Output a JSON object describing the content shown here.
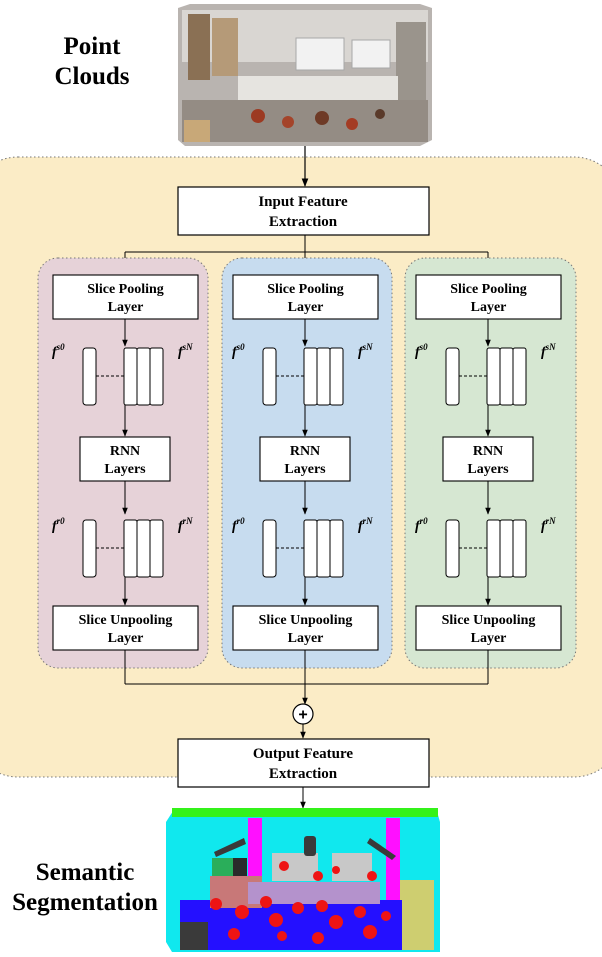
{
  "input_title_line1": "Point",
  "input_title_line2": "Clouds",
  "output_title_line1": "Semantic",
  "output_title_line2": "Segmentation",
  "input_feature_line1": "Input Feature",
  "input_feature_line2": "Extraction",
  "output_feature_line1": "Output Feature",
  "output_feature_line2": "Extraction",
  "sum_symbol": "+",
  "branches": [
    {
      "color": "#e6d2d8",
      "pooling_line1": "Slice Pooling",
      "pooling_line2": "Layer",
      "rnn_line1": "RNN",
      "rnn_line2": "Layers",
      "unpooling_line1": "Slice Unpooling",
      "unpooling_line2": "Layer"
    },
    {
      "color": "#c7dcef",
      "pooling_line1": "Slice Pooling",
      "pooling_line2": "Layer",
      "rnn_line1": "RNN",
      "rnn_line2": "Layers",
      "unpooling_line1": "Slice Unpooling",
      "unpooling_line2": "Layer"
    },
    {
      "color": "#d6e7d2",
      "pooling_line1": "Slice Pooling",
      "pooling_line2": "Layer",
      "rnn_line1": "RNN",
      "rnn_line2": "Layers",
      "unpooling_line1": "Slice Unpooling",
      "unpooling_line2": "Layer"
    }
  ],
  "feature_labels": {
    "s_first_base": "f",
    "s_first_sup": "s0",
    "s_last_base": "f",
    "s_last_sup": "sN",
    "r_first_base": "f",
    "r_first_sup": "r0",
    "r_last_base": "f",
    "r_last_sup": "rN"
  },
  "colors": {
    "outer_panel": "#fbecc6",
    "room_floor": "#2410ff",
    "room_walls": "#10e8ee",
    "room_ceiling": "#34f21a",
    "room_beam": "#ff10ff",
    "room_chairs": "#ee1414"
  }
}
